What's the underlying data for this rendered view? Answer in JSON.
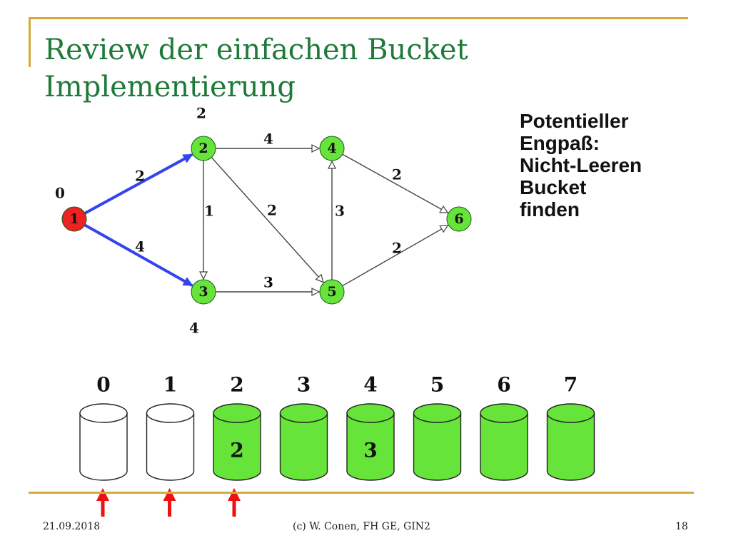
{
  "slide": {
    "title": "Review der einfachen Bucket Implementierung",
    "note_lines": [
      "Potentieller",
      "Engpaß:",
      "Nicht-Leeren",
      "Bucket",
      "finden"
    ],
    "footer": {
      "date": "21.09.2018",
      "center": "(c) W. Conen, FH GE, GIN2",
      "page": "18"
    }
  },
  "graph": {
    "nodes": [
      {
        "id": "1",
        "label": "1",
        "distance": "0",
        "fill": "#ee2222"
      },
      {
        "id": "2",
        "label": "2",
        "distance": "2",
        "fill": "#66e43a"
      },
      {
        "id": "3",
        "label": "3",
        "distance": "4",
        "fill": "#66e43a"
      },
      {
        "id": "4",
        "label": "4",
        "distance": "",
        "fill": "#66e43a"
      },
      {
        "id": "5",
        "label": "5",
        "distance": "",
        "fill": "#66e43a"
      },
      {
        "id": "6",
        "label": "6",
        "distance": "",
        "fill": "#66e43a"
      }
    ],
    "edges": [
      {
        "from": "1",
        "to": "2",
        "weight": "2",
        "highlight": true
      },
      {
        "from": "1",
        "to": "3",
        "weight": "4",
        "highlight": true
      },
      {
        "from": "2",
        "to": "4",
        "weight": "4",
        "highlight": false
      },
      {
        "from": "2",
        "to": "3",
        "weight": "1",
        "highlight": false
      },
      {
        "from": "2",
        "to": "5",
        "weight": "2",
        "highlight": false
      },
      {
        "from": "3",
        "to": "5",
        "weight": "3",
        "highlight": false
      },
      {
        "from": "5",
        "to": "4",
        "weight": "3",
        "highlight": false
      },
      {
        "from": "4",
        "to": "6",
        "weight": "2",
        "highlight": false
      },
      {
        "from": "5",
        "to": "6",
        "weight": "2",
        "highlight": false
      }
    ],
    "highlight_color": "#3344ee",
    "edge_color": "#444444"
  },
  "buckets": {
    "items": [
      {
        "index": "0",
        "content": "",
        "filled": false
      },
      {
        "index": "1",
        "content": "",
        "filled": false
      },
      {
        "index": "2",
        "content": "2",
        "filled": true
      },
      {
        "index": "3",
        "content": "",
        "filled": true
      },
      {
        "index": "4",
        "content": "3",
        "filled": true
      },
      {
        "index": "5",
        "content": "",
        "filled": true
      },
      {
        "index": "6",
        "content": "",
        "filled": true
      },
      {
        "index": "7",
        "content": "",
        "filled": true
      }
    ],
    "pointer_buckets": [
      "0",
      "1",
      "2"
    ],
    "fill_color": "#66e43a",
    "pointer_color": "#ee1111"
  },
  "colors": {
    "title": "#1f7a3a",
    "frame": "#d4aa3a"
  }
}
